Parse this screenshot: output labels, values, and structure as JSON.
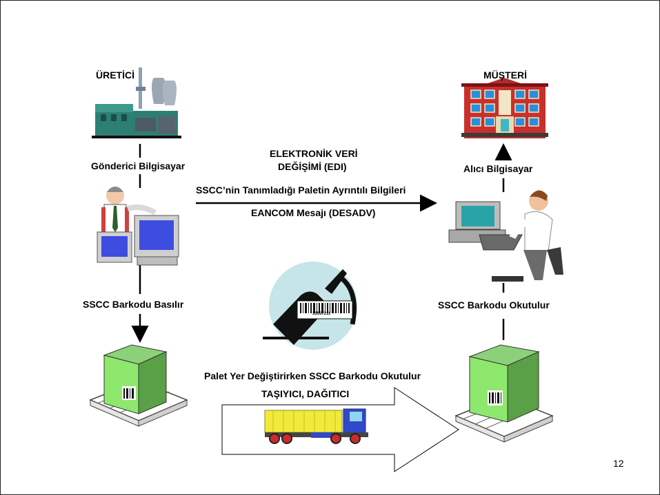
{
  "labels": {
    "producer": "ÜRETİCİ",
    "customer": "MÜŞTERİ",
    "sender_computer": "Gönderici Bilgisayar",
    "receiver_computer": "Alıcı Bilgisayar",
    "edi_line1": "ELEKTRONİK VERİ",
    "edi_line2": "DEĞİŞİMİ (EDI)",
    "pallet_info": "SSCC’nin Tanımladığı Paletin Ayrıntılı Bilgileri",
    "eancom": "EANCOM Mesajı (DESADV)",
    "barcode_printed": "SSCC Barkodu Basılır",
    "barcode_scanned": "SSCC Barkodu Okutulur",
    "pallet_moving": "Palet Yer Değiştirirken SSCC Barkodu Okutulur",
    "carrier": "TAŞIYICI, DAĞITICI",
    "scanner_barcode_digits": "33557211"
  },
  "page_number": "12",
  "icons": [
    "factory-icon",
    "building-icon",
    "man-with-computer-icon",
    "person-typing-icon",
    "barcode-scanner-icon",
    "pallet-box-icon",
    "truck-icon"
  ]
}
